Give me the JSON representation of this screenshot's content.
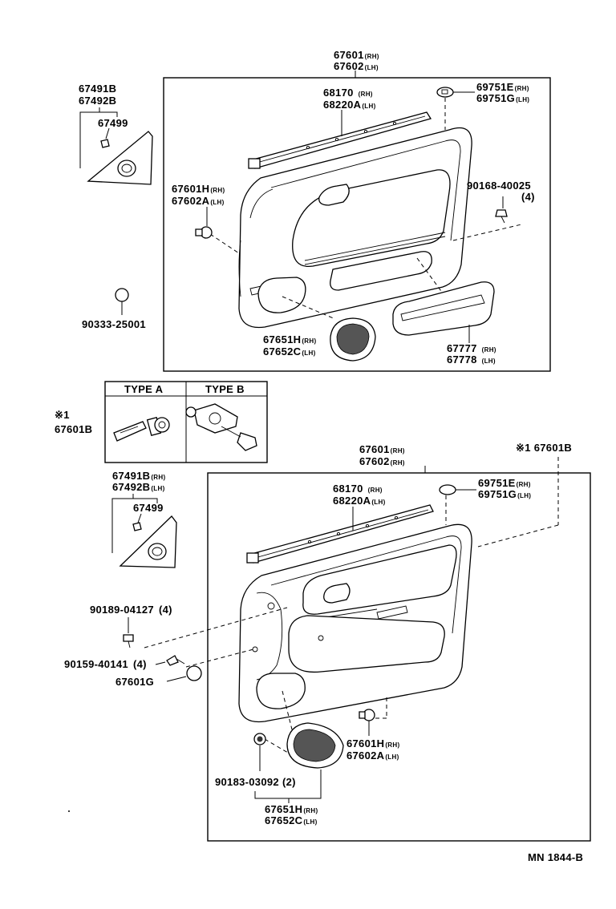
{
  "top_panel": {
    "assembly_number_rh": "67601",
    "assembly_suffix_rh": "(RH)",
    "assembly_number_lh": "67602",
    "assembly_suffix_lh": "(LH)",
    "weatherstrip_rh": "68170",
    "weatherstrip_rh_suffix": "(RH)",
    "weatherstrip_lh": "68220A",
    "weatherstrip_lh_suffix": "(LH)",
    "cover_rh": "69751E",
    "cover_rh_suffix": "(RH)",
    "cover_lh": "69751G",
    "cover_lh_suffix": "(LH)",
    "screw_number": "90168-40025",
    "screw_qty": "(4)",
    "clip_rh": "67601H",
    "clip_rh_suffix": "(RH)",
    "clip_lh": "67602A",
    "clip_lh_suffix": "(LH)",
    "speaker_grille_rh": "67651H",
    "speaker_grille_rh_suffix": "(RH)",
    "speaker_grille_lh": "67652C",
    "speaker_grille_lh_suffix": "(LH)",
    "pocket_rh": "67777",
    "pocket_rh_suffix": "(RH)",
    "pocket_lh": "67778",
    "pocket_lh_suffix": "(LH)"
  },
  "top_side": {
    "trim_rh": "67491B",
    "trim_lh": "67492B",
    "trim_clip": "67499",
    "plug": "90333-25001"
  },
  "type_box": {
    "type_a": "TYPE A",
    "type_b": "TYPE B",
    "ref_mark": "※1",
    "ref_part": "67601B"
  },
  "bottom_panel": {
    "assembly_number_rh": "67601",
    "assembly_suffix_rh": "(RH)",
    "assembly_number_lh": "67602",
    "assembly_suffix_lh": "(RH)",
    "ref_mark": "※1",
    "ref_part": "67601B",
    "weatherstrip_rh": "68170",
    "weatherstrip_rh_suffix": "(RH)",
    "weatherstrip_lh": "68220A",
    "weatherstrip_lh_suffix": "(LH)",
    "cover_rh": "69751E",
    "cover_rh_suffix": "(RH)",
    "cover_lh": "69751G",
    "cover_lh_suffix": "(LH)",
    "clip_rh": "67601H",
    "clip_rh_suffix": "(RH)",
    "clip_lh": "67602A",
    "clip_lh_suffix": "(LH)",
    "plug_number": "90183-03092",
    "plug_qty": "(2)",
    "speaker_grille_rh": "67651H",
    "speaker_grille_rh_suffix": "(RH)",
    "speaker_grille_lh": "67652C",
    "speaker_grille_lh_suffix": "(LH)"
  },
  "bottom_side": {
    "trim_rh": "67491B",
    "trim_rh_suffix": "(RH)",
    "trim_lh": "67492B",
    "trim_lh_suffix": "(LH)",
    "trim_clip": "67499",
    "screw_a": "90189-04127",
    "screw_a_qty": "(4)",
    "screw_b": "90159-40141",
    "screw_b_qty": "(4)",
    "cap": "67601G"
  },
  "footer": {
    "drawing_code": "MN  1844-B"
  }
}
